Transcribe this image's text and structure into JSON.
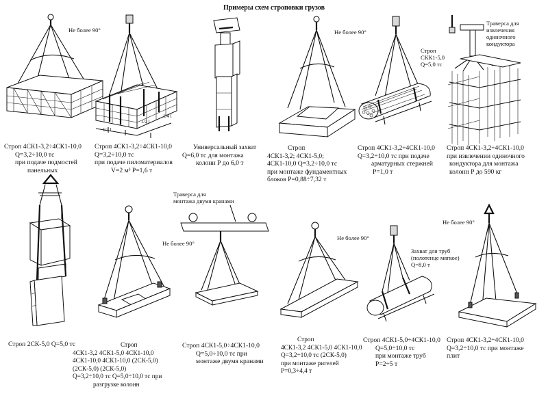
{
  "title": "Примеры схем строповки грузов",
  "annotations": {
    "angle_1": "Не более 90°",
    "angle_2": "Не более 90°",
    "angle_3": "Не более 90°",
    "angle_4": "Не более 90°",
    "angle_5": "Не более 90°",
    "sling_ck": "Строп",
    "sling_ck_2": "СКК1-5,0",
    "sling_ck_3": "Q=5,0 тс",
    "traverse_extract_1": "Траверса для",
    "traverse_extract_2": "извлечения",
    "traverse_extract_3": "одиночного",
    "traverse_extract_4": "кондуктора",
    "traverse_two_cranes_1": "Траверса для",
    "traverse_two_cranes_2": "монтажа двумя кранами",
    "pipe_grip_1": "Захват для труб",
    "pipe_grip_2": "(полотенце мягкое)",
    "pipe_grip_3": "Q=8,0 т",
    "dim_1": "1/4 l",
    "dim_2": "1/2 l",
    "dim_3": "1/4 l"
  },
  "captions": [
    {
      "lines": [
        "Строп 4СК1-3,2÷4СК1-10,0",
        "Q=3,2÷10,0 тс",
        "при подаче подмостей",
        "панельных"
      ]
    },
    {
      "lines": [
        "Строп 4СК1-3,2÷4СК1-10,0",
        "Q=3,2÷10,0 тс",
        "при подаче пиломатериалов",
        "V=2 м³  P=1,6 т"
      ]
    },
    {
      "lines": [
        "Универсальный захват",
        "Q=6,0 тс для монтажа",
        "колонн Р до 6,0 т"
      ]
    },
    {
      "lines": [
        "Строп",
        "4СК1-3,2;  4СК1-5,0;",
        "4СК1-10,0   Q=3,2÷10,0 тс",
        "при монтаже фундаментных",
        "блоков Р=0,88÷7,32 т"
      ]
    },
    {
      "lines": [
        "Строп 4СК1-3,2÷4СК1-10,0",
        "Q=3,2÷10,0 тс при подаче",
        "арматурных стержней",
        "Р=1,0 т"
      ]
    },
    {
      "lines": [
        "Строп 4СК1-3,2÷4СК1-10,0",
        "при извлечении одиночного",
        "кондуктора для монтажа",
        "колонн Р до 590 кг"
      ]
    },
    {
      "lines": [
        "Строп 2СК-5,0   Q=5,0 тс"
      ]
    },
    {
      "lines": [
        "Строп",
        "4СК1-3,2      4СК1-5,0     4СК1-10,0",
        "4СК1-10,0    4СК1-10,0     (2СК-5,0)",
        "(2СК-5,0)      (2СК-5,0)",
        "Q=3,2÷10,0 тс  Q=5,0÷10,0 тс при",
        "разгрузке колонн"
      ]
    },
    {
      "lines": [
        "Строп 4СК1-5,0÷4СК1-10,0",
        "Q=5,0÷10,0 тс при",
        "монтаже двумя кранами"
      ]
    },
    {
      "lines": [
        "Строп",
        "4СК1-3,2    4СК1-5,0   4СК1-10,0",
        "Q=3,2÷10,0 тс     (2СК-5,0)",
        "при монтаже ригелей",
        "Р=0,3÷4,4 т"
      ]
    },
    {
      "lines": [
        "Строп 4СК1-5,0÷4СК1-10,0",
        "Q=5,0÷10,0 тс",
        "при монтаже труб",
        "Р=2÷5 т"
      ]
    },
    {
      "lines": [
        "Строп 4СК1-3,2÷4СК1-10,0",
        "Q=3,2÷10,0 тс при монтаже",
        "плит"
      ]
    }
  ]
}
